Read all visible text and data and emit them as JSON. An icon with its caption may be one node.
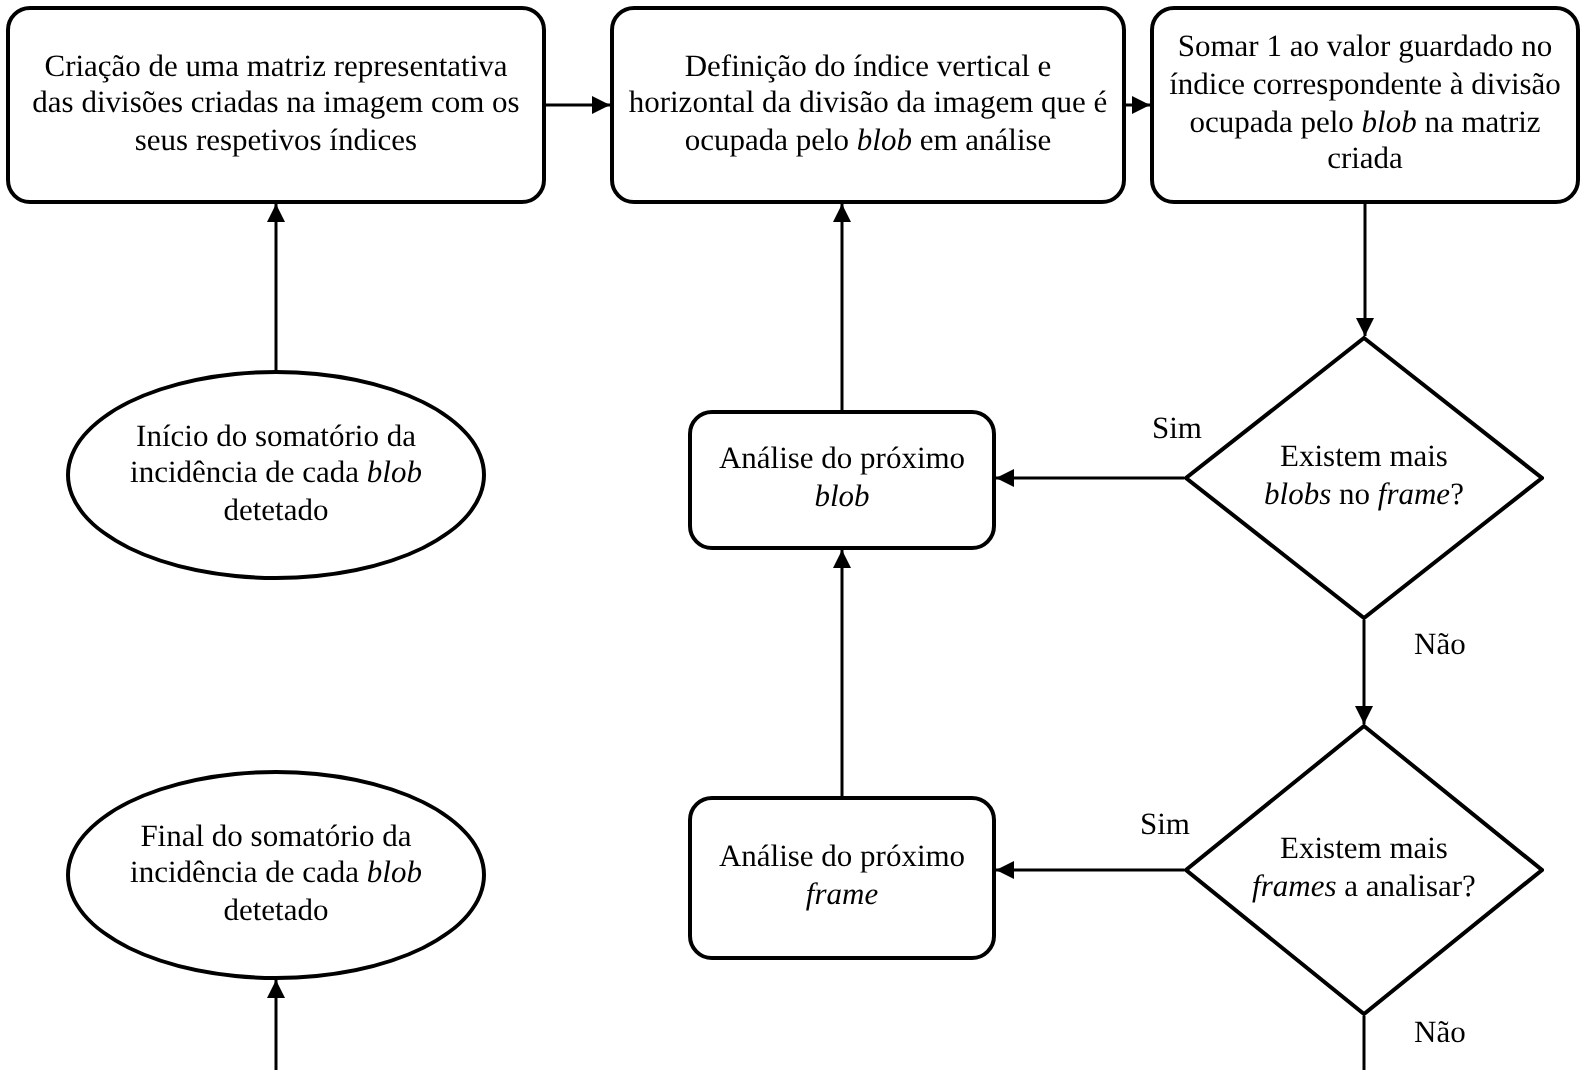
{
  "diagram": {
    "nodes": [
      {
        "text": [
          "Criação de uma matriz representativa das divisões criadas na imagem com os seus respetivos índices"
        ]
      },
      {
        "text": [
          "Definição do índice vertical e horizontal da divisão da imagem que é ocupada pelo *blob* em análise"
        ]
      },
      {
        "text": [
          "Somar 1 ao valor guardado no índice correspondente à divisão ocupada pelo *blob* na matriz criada"
        ]
      },
      {
        "text": [
          "Início do somatório da incidência de cada *blob* detetado"
        ]
      },
      {
        "text": [
          "Análise do próximo *blob*"
        ]
      },
      {
        "text": [
          "Existem mais *blobs* no *frame*?"
        ]
      },
      {
        "text": [
          "Final do somatório da incidência de cada *blob* detetado"
        ]
      },
      {
        "text": [
          "Análise do próximo *frame*"
        ]
      },
      {
        "text": [
          "Existem mais *frames* a analisar?"
        ]
      }
    ],
    "edges": [
      {
        "from": 3,
        "to": 0,
        "arrow": "to"
      },
      {
        "from": 0,
        "to": 1,
        "arrow": "to"
      },
      {
        "from": 1,
        "to": 2,
        "arrow": "to"
      },
      {
        "from": 2,
        "to": 5,
        "arrow": "to"
      },
      {
        "from": 5,
        "to": 4,
        "arrow": "to",
        "label": "Sim"
      },
      {
        "from": 4,
        "to": 1,
        "arrow": "to"
      },
      {
        "from": 5,
        "to": 8,
        "arrow": "to",
        "label": "Não"
      },
      {
        "from": 8,
        "to": 7,
        "arrow": "to",
        "label": "Sim"
      },
      {
        "from": 7,
        "to": 4,
        "arrow": "to"
      },
      {
        "from": null,
        "to": 6,
        "arrow": "to"
      },
      {
        "from": 8,
        "to": null,
        "arrow": "none",
        "label": "Não"
      }
    ]
  }
}
